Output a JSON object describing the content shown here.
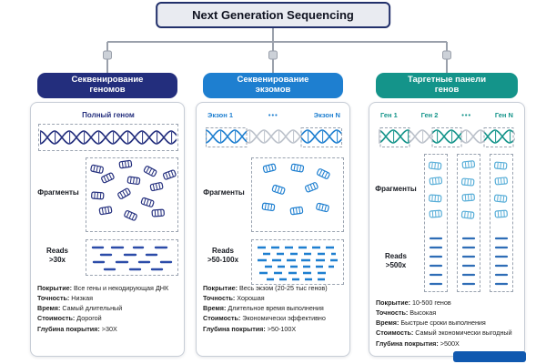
{
  "title": "Next Generation Sequencing",
  "colors": {
    "navy": "#232e7d",
    "blue": "#1e7fd0",
    "teal": "#14948a",
    "light_blue": "#58aed8",
    "connector": "#9aa0ab"
  },
  "columns": [
    {
      "header": "Секвенирование геномов",
      "top_labels": [
        "Полный геном"
      ],
      "fragments_label": "Фрагменты",
      "reads_label": "Reads",
      "reads_value": ">30x",
      "specs": [
        {
          "label": "Покрытие:",
          "value": "Все гены и некодирующая ДНК"
        },
        {
          "label": "Точность:",
          "value": "Низкая"
        },
        {
          "label": "Время:",
          "value": "Самый длительный"
        },
        {
          "label": "Стоимость:",
          "value": "Дорогой"
        },
        {
          "label": "Глубина покрытия:",
          "value": ">30X"
        }
      ]
    },
    {
      "header": "Секвенирование экзомов",
      "top_labels": [
        "Экзон 1",
        "•••",
        "Экзон N"
      ],
      "fragments_label": "Фрагменты",
      "reads_label": "Reads",
      "reads_value": ">50-100x",
      "specs": [
        {
          "label": "Покрытие:",
          "value": "Весь экзом (20-25 тыс генов)"
        },
        {
          "label": "Точность:",
          "value": "Хорошая"
        },
        {
          "label": "Время:",
          "value": "Длительное время выполнения"
        },
        {
          "label": "Стоимость:",
          "value": "Экономически эффективно"
        },
        {
          "label": "Глубина покрытия:",
          "value": ">50-100X"
        }
      ]
    },
    {
      "header": "Таргетные панели генов",
      "top_labels": [
        "Ген 1",
        "Ген 2",
        "•••",
        "Ген N"
      ],
      "fragments_label": "Фрагменты",
      "reads_label": "Reads",
      "reads_value": ">500x",
      "specs": [
        {
          "label": "Покрытие:",
          "value": "10-500 генов"
        },
        {
          "label": "Точность:",
          "value": "Высокая"
        },
        {
          "label": "Время:",
          "value": "Быстрые сроки выполнения"
        },
        {
          "label": "Стоимость:",
          "value": "Самый экономически выгодный"
        },
        {
          "label": "Глубина покрытия:",
          "value": ">500X"
        }
      ]
    }
  ]
}
